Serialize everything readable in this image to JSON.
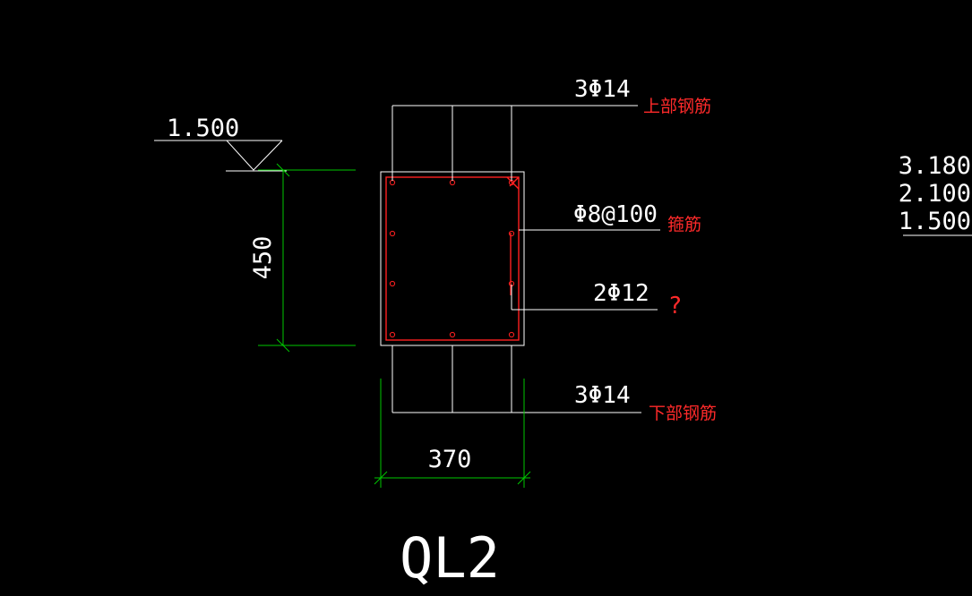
{
  "elevation_marker": {
    "value": "1.500"
  },
  "dimensions": {
    "height": "450",
    "width": "370"
  },
  "section_title": "QL2",
  "callouts": {
    "top_rebar": {
      "spec": "3Φ14",
      "label": "上部钢筋"
    },
    "stirrup": {
      "spec": "Φ8@100",
      "label": "箍筋"
    },
    "side_rebar": {
      "spec": "2Φ12",
      "label": "?"
    },
    "bottom_rebar": {
      "spec": "3Φ14",
      "label": "下部钢筋"
    }
  },
  "elevation_list": {
    "values": [
      "3.180",
      "2.100",
      "1.500"
    ]
  },
  "colors": {
    "background": "#000000",
    "lines": "#ffffff",
    "dimension": "#00c800",
    "rebar": "#ff2020",
    "annotation": "#ff2a2a"
  }
}
